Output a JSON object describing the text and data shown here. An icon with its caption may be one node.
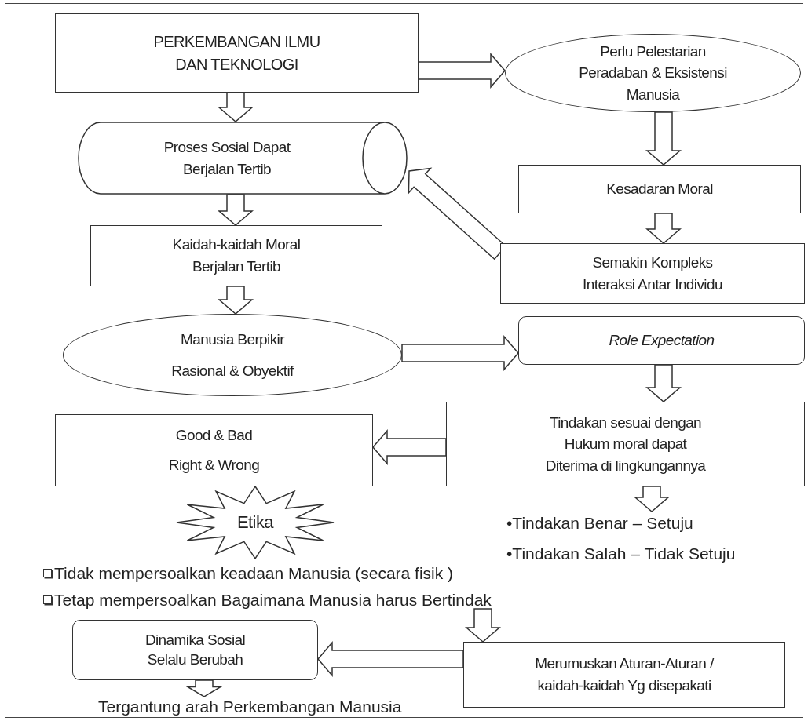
{
  "diagram": {
    "nodes": [
      {
        "text": [
          "PERKEMBANGAN ILMU DAN TEKNOLOGI"
        ]
      },
      {
        "text": [
          "Perlu Pelestarian Peradaban & Eksistensi Manusia"
        ]
      },
      {
        "text": [
          "Proses Sosial Dapat Berjalan Tertib"
        ]
      },
      {
        "text": [
          "Kesadaran Moral"
        ]
      },
      {
        "text": [
          "Kaidah-kaidah Moral Berjalan Tertib"
        ]
      },
      {
        "text": [
          "Semakin Kompleks Interaksi Antar Individu"
        ]
      },
      {
        "text": [
          "Manusia Berpikir Rasional & Obyektif"
        ]
      },
      {
        "text": [
          "*Role Expectation*"
        ]
      },
      {
        "text": [
          "Good & Bad Right & Wrong"
        ]
      },
      {
        "text": [
          "Tindakan sesuai dengan Hukum moral dapat Diterima di lingkungannya"
        ]
      },
      {
        "text": [
          "Etika"
        ]
      },
      {
        "text": [
          "•Tindakan Benar – Setuju",
          "•Tindakan Salah – Tidak Setuju"
        ]
      },
      {
        "text": [
          "Tetap mempersoalkan Bagaimana Manusia harus Bertindak"
        ]
      },
      {
        "text": [
          "Merumuskan Aturan-Aturan / kaidah-kaidah Yg disepakati"
        ]
      },
      {
        "text": [
          "Dinamika Sosial Selalu Berubah"
        ]
      },
      {
        "text": [
          "Tergantung arah Perkembangan Manusia"
        ]
      }
    ],
    "edges": [
      {
        "from": 0,
        "to": 1,
        "arrow": "to"
      },
      {
        "from": 0,
        "to": 2,
        "arrow": "to"
      },
      {
        "from": 1,
        "to": 3,
        "arrow": "to"
      },
      {
        "from": 2,
        "to": 4,
        "arrow": "to"
      },
      {
        "from": 3,
        "to": 5,
        "arrow": "to"
      },
      {
        "from": 5,
        "to": 2,
        "arrow": "to"
      },
      {
        "from": 4,
        "to": 6,
        "arrow": "to"
      },
      {
        "from": 6,
        "to": 7,
        "arrow": "to"
      },
      {
        "from": 7,
        "to": 9,
        "arrow": "to"
      },
      {
        "from": 9,
        "to": 8,
        "arrow": "to"
      },
      {
        "from": 9,
        "to": 11,
        "arrow": "to"
      },
      {
        "from": 12,
        "to": 13,
        "arrow": "to"
      },
      {
        "from": 13,
        "to": 14,
        "arrow": "to"
      },
      {
        "from": 14,
        "to": 15,
        "arrow": "to"
      }
    ],
    "labels": [
      "Tidak mempersoalkan keadaan Manusia (secara fisik )"
    ]
  }
}
